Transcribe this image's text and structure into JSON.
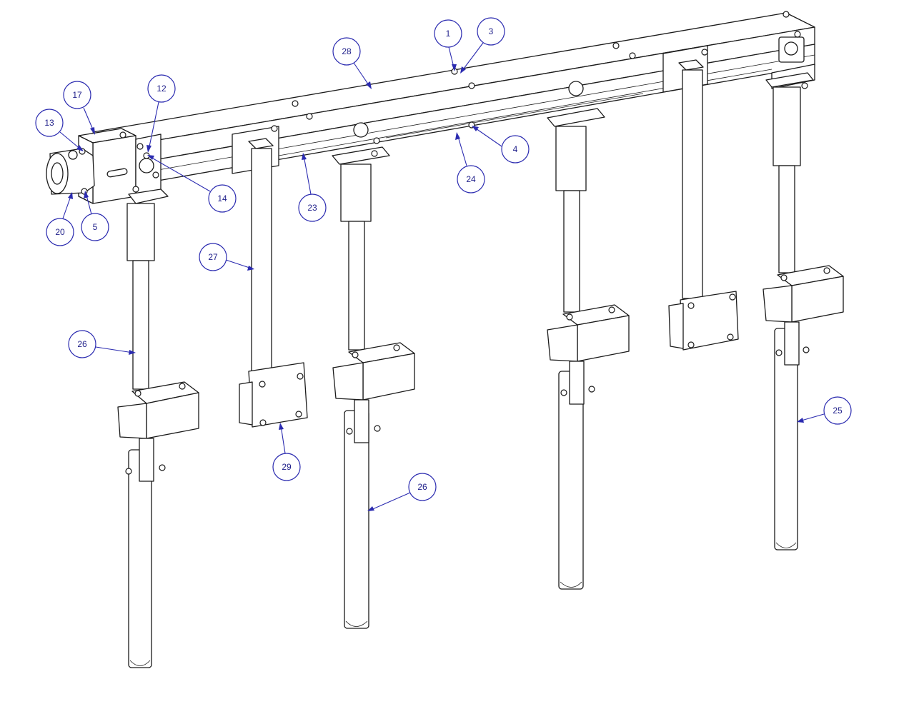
{
  "colors": {
    "line": "#1a1a1a",
    "balloon": "#2b2bb0",
    "balloon_text": "#1f1f8a",
    "background": "#ffffff"
  },
  "callouts": [
    {
      "id": "c1",
      "label": "1"
    },
    {
      "id": "c3",
      "label": "3"
    },
    {
      "id": "c28",
      "label": "28"
    },
    {
      "id": "c17",
      "label": "17"
    },
    {
      "id": "c12",
      "label": "12"
    },
    {
      "id": "c13",
      "label": "13"
    },
    {
      "id": "c4",
      "label": "4"
    },
    {
      "id": "c24",
      "label": "24"
    },
    {
      "id": "c14",
      "label": "14"
    },
    {
      "id": "c23",
      "label": "23"
    },
    {
      "id": "c20",
      "label": "20"
    },
    {
      "id": "c5",
      "label": "5"
    },
    {
      "id": "c27",
      "label": "27"
    },
    {
      "id": "c26a",
      "label": "26"
    },
    {
      "id": "c29",
      "label": "29"
    },
    {
      "id": "c26b",
      "label": "26"
    },
    {
      "id": "c25",
      "label": "25"
    }
  ]
}
